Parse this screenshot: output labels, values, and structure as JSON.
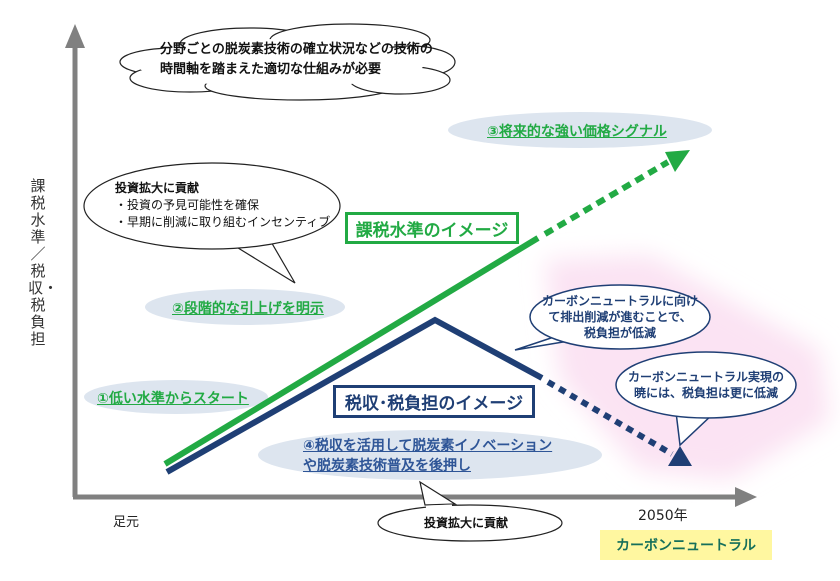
{
  "axes": {
    "y_label": "課税水準／税収・税負担",
    "x_start": "足元",
    "x_end": "2050年",
    "x_end_badge": "カーボンニュートラル"
  },
  "cloud": {
    "line1": "分野ごとの脱炭素技術の確立状況などの技術の",
    "line2": "時間軸を踏まえた適切な仕組みが必要"
  },
  "investment_bubble": {
    "title": "投資拡大に貢献",
    "item1": "・投資の予見可能性を確保",
    "item2": "・早期に削減に取り組むインセンティブ"
  },
  "points": {
    "p1": "①低い水準からスタート",
    "p2": "②段階的な引上げを明示",
    "p3": "③将来的な強い価格シグナル",
    "p4_line1": "④税収を活用して脱炭素イノベーション",
    "p4_line2": "や脱炭素技術普及を後押し"
  },
  "boxes": {
    "tax_level": "課税水準のイメージ",
    "tax_revenue": "税収･税負担のイメージ"
  },
  "bubbles": {
    "reduction_line1": "カーボンニュートラルに向け",
    "reduction_line2": "て排出削減が進むことで、",
    "reduction_line3": "税負担が低減",
    "neutral_line1": "カーボンニュートラル実現の",
    "neutral_line2": "暁には、税負担は更に低減",
    "bottom": "投資拡大に貢献"
  },
  "colors": {
    "green": "#22aa44",
    "navy": "#1f3f75",
    "axis": "#808080",
    "pink": "#fbe3f3",
    "ellipse": "#dde5ef",
    "yellow": "#fff7a0"
  }
}
